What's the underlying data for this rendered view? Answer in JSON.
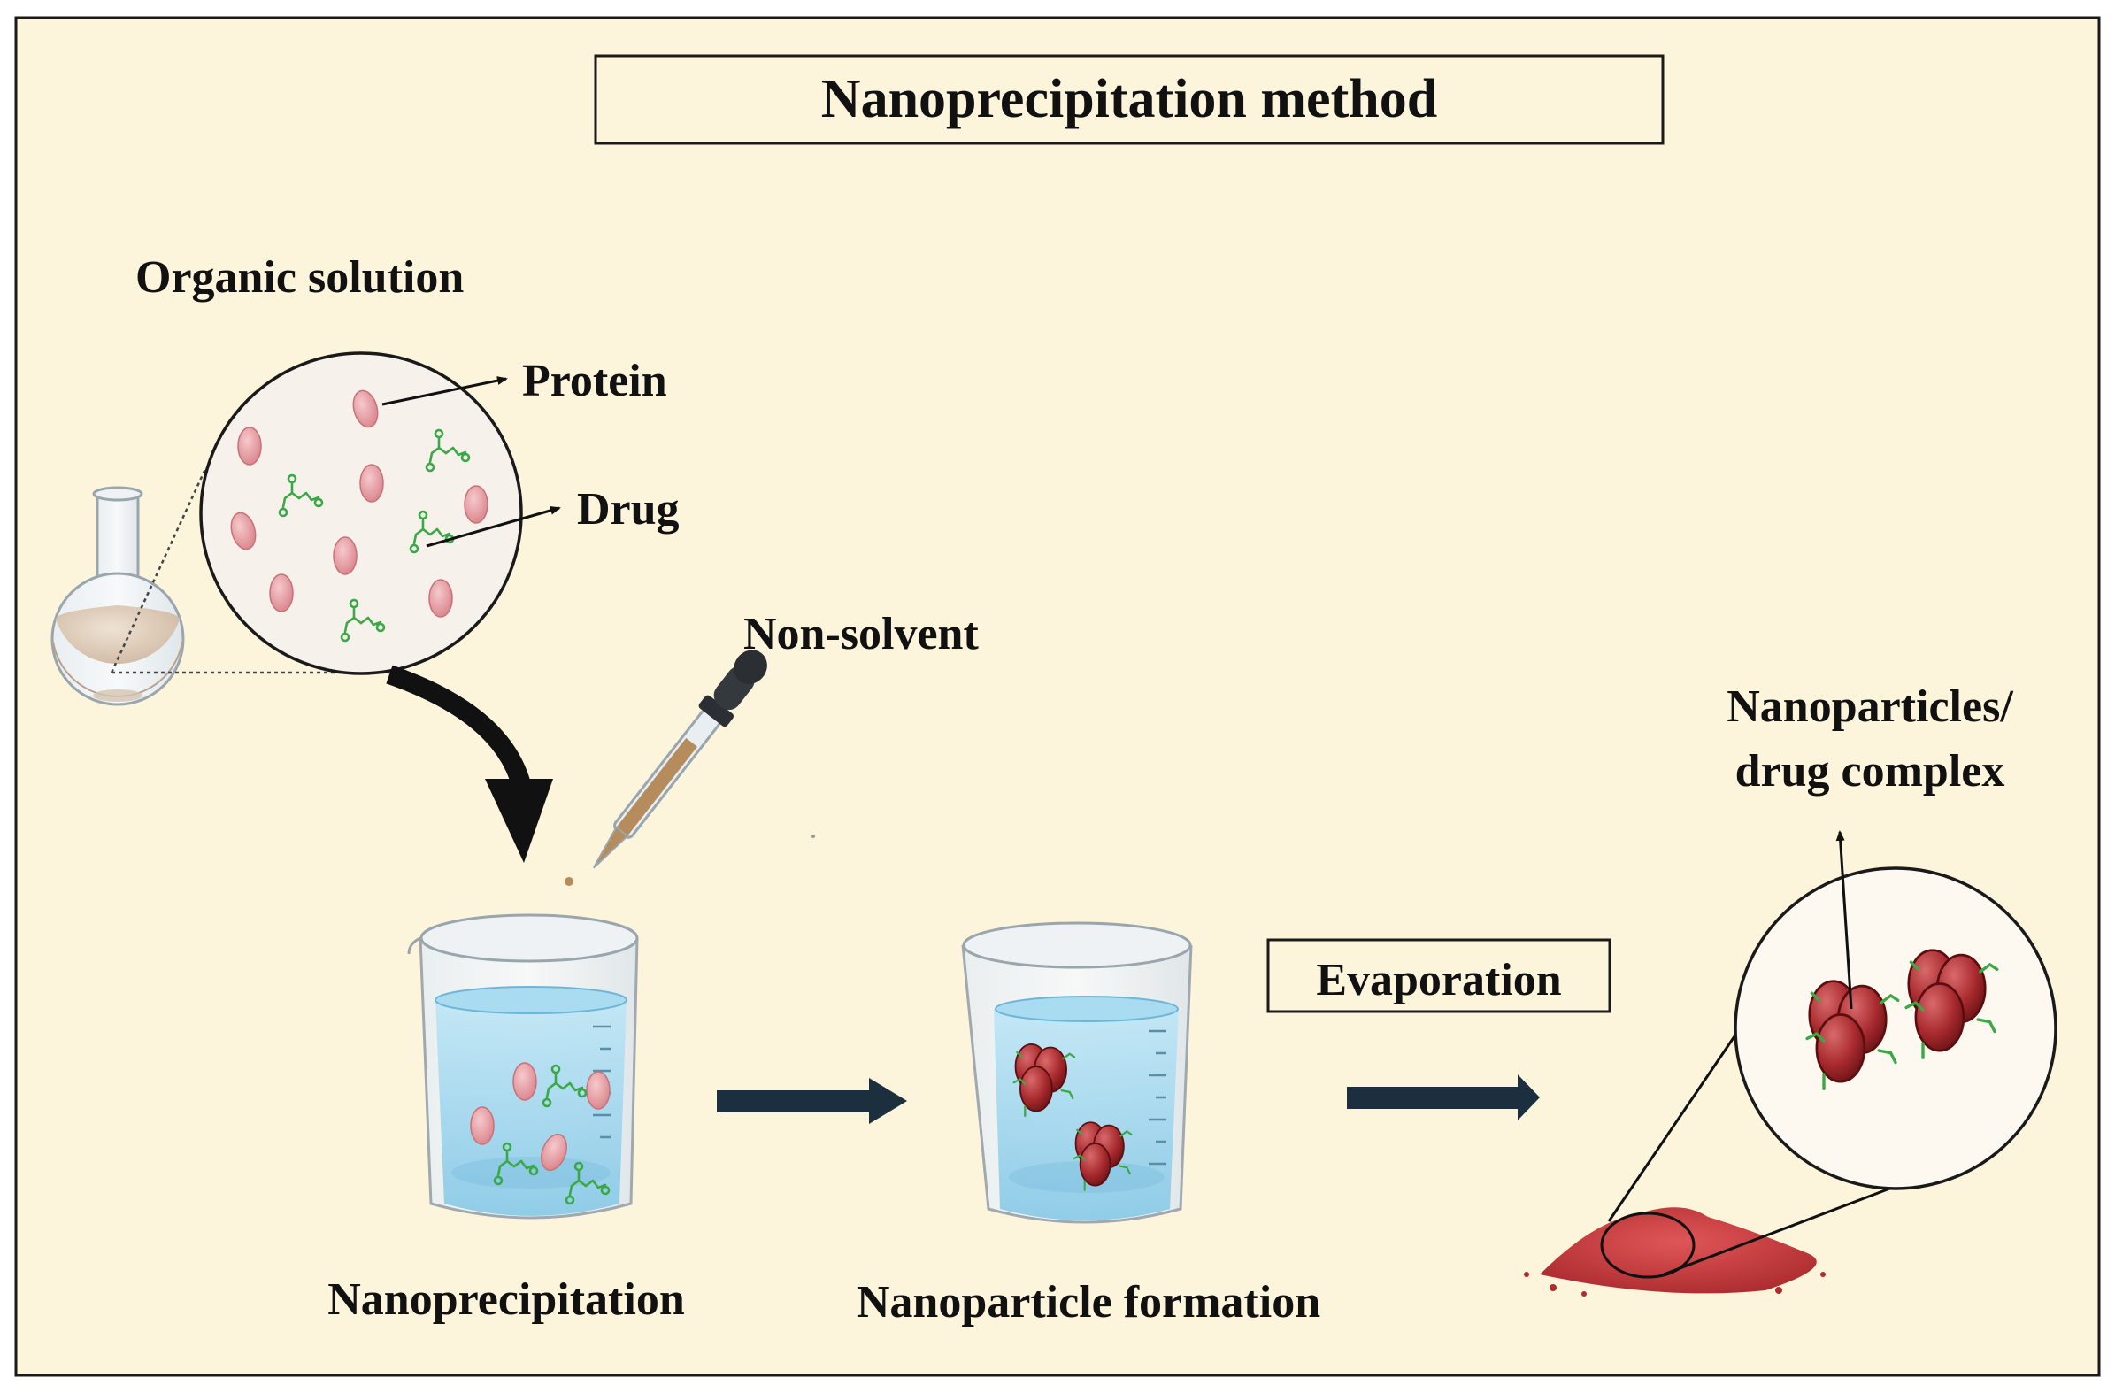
{
  "title": "Nanoprecipitation method",
  "labels": {
    "organic_solution": "Organic solution",
    "protein": "Protein",
    "drug": "Drug",
    "non_solvent": "Non-solvent",
    "nanoprecipitation": "Nanoprecipitation",
    "nanoparticle_formation": "Nanoparticle formation",
    "evaporation": "Evaporation",
    "complex_line1": "Nanoparticles/",
    "complex_line2": "drug complex"
  },
  "colors": {
    "background": "#fdf4dc",
    "border": "#1a1a1a",
    "protein": "#e39aa0",
    "drug": "#3aa845",
    "particle": "#a82a2e",
    "water": "#9fd6ee",
    "flow_arrow": "#1c2f3e",
    "powder": "#c23a3c"
  },
  "icons": [
    "flask-icon",
    "dropper-icon",
    "beaker-icon",
    "powder-pile-icon",
    "curved-arrow-icon",
    "flow-arrow-icon"
  ]
}
